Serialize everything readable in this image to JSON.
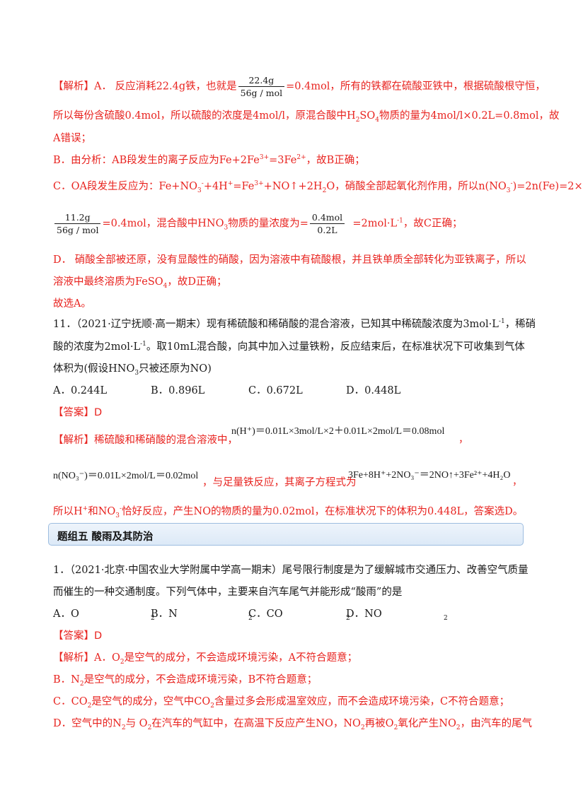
{
  "q10": {
    "line1_a": "【解析】A．  反应消耗22.4g铁，也就是",
    "line1_frac_num": "22.4g",
    "line1_frac_den": "56g / mol",
    "line1_b": "=0.4mol，所有的铁都在硫酸亚铁中，根据硫酸根守恒，",
    "line2_a": "所以每份含硫酸0.4mol，所以硫酸的浓度是4mol/l，原混合酸中H",
    "line2_b": "SO",
    "line2_c": "物质的量为4mol/l×0.2L=0.8mol，故",
    "line3": "A错误；",
    "lineB_a": "B．由分析：AB段发生的离子反应为Fe+2Fe",
    "lineB_b": "=3Fe",
    "lineB_c": "，故B正确；",
    "lineC_a": "C．OA段发生反应为：Fe+NO",
    "lineC_b": "+4H",
    "lineC_c": "=Fe",
    "lineC_d": "+NO↑+2H",
    "lineC_e": "O，硝酸全部起氧化剂作用，所以n(NO",
    "lineC_f": ")=2n(Fe)=2×",
    "lineC2_frac1_num": "11.2g",
    "lineC2_frac1_den": "56g / mol",
    "lineC2_a": "=0.4mol，混合酸中HNO",
    "lineC2_b": "物质的量浓度为=",
    "lineC2_frac2_num": "0.4mol",
    "lineC2_frac2_den": "0.2L",
    "lineC2_c": "=2mol·L",
    "lineC2_d": "，故C正确；",
    "lineD1": "D．  硝酸全部被还原，没有显酸性的硝酸，因为溶液中有硫酸根，并且铁单质全部转化为亚铁离子，所以",
    "lineD2_a": "溶液中最终溶质为FeSO",
    "lineD2_b": "，故D正确；",
    "choose": "故选A。"
  },
  "q11": {
    "stem1_a": "11．（2021·辽宁抚顺·高一期末）现有稀硫酸和稀硝酸的混合溶液，已知其中稀硫酸浓度为3mol·L",
    "stem1_b": "，稀硝",
    "stem2": "酸的浓度为2mol·L",
    "stem2_b": "。取10mL混合酸，向其中加入过量铁粉，反应结束后，在标准状况下可收集到气体",
    "stem3_a": "体积为(假设HNO",
    "stem3_b": "只被还原为NO)",
    "options": [
      "A．0.244L",
      "B．0.896L",
      "C．0.672L",
      "D．0.448L"
    ],
    "answer": "【答案】D",
    "analysis_a": "【解析】稀硫酸和稀硝酸的混合溶液中，",
    "eq1": "n(H⁺)＝0.01L×3mol/L×2＋0.01L×2mol/L＝0.08mol",
    "comma1": "，",
    "eq2": "n(NO₃⁻)＝0.01L×2mol/L＝0.02mol",
    "analysis_b": "，与足量铁反应，其离子方程式为",
    "eq3": "3Fe+8H⁺+2NO₃⁻＝2NO↑+3Fe²⁺+4H₂O",
    "comma2": "，",
    "final_a": "所以H",
    "final_b": "和NO",
    "final_c": "恰好反应，产生NO的物质的量为0.02mol，在标准状况下的体积为0.448L，答案选D。"
  },
  "group": {
    "title": "题组五  酸雨及其防治"
  },
  "q1": {
    "stem1": "1．（2021·北京·中国农业大学附属中学高一期末）尾号限行制度是为了缓解城市交通压力、改善空气质量",
    "stem2": "而催生的一种交通制度。下列气体中，主要来自汽车尾气并能形成“酸雨”的是",
    "options": [
      "A．O",
      "B．N",
      "C．CO",
      "D．NO"
    ],
    "answer": "【答案】D",
    "lineA_a": "【解析】A．O",
    "lineA_b": "是空气的成分，不会造成环境污染，A不符合题意；",
    "lineB_a": "B．N",
    "lineB_b": "是空气的成分，不会造成环境污染，B不符合题意；",
    "lineC_a": "C．CO",
    "lineC_b": "是空气的成分，空气中CO",
    "lineC_c": "含量过多会形成温室效应，而不会造成环境污染，C不符合题意；",
    "lineD_a": "D．空气中的N",
    "lineD_b": "与 O",
    "lineD_c": "在汽车的气缸中，在高温下反应产生NO，NO",
    "lineD_d": "再被O",
    "lineD_e": "氧化产生NO",
    "lineD_f": "，由汽车的尾气"
  }
}
